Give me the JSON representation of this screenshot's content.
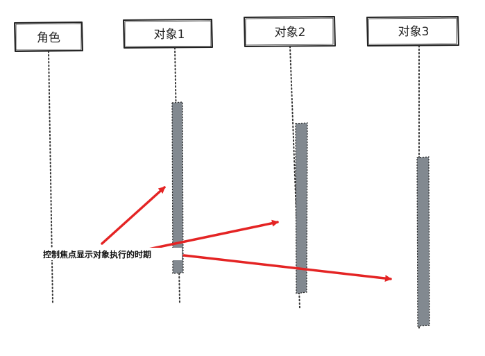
{
  "participants": [
    {
      "label": "角色"
    },
    {
      "label": "对象1"
    },
    {
      "label": "对象2"
    },
    {
      "label": "对象3"
    }
  ],
  "annotation": {
    "text": "控制焦点显示对象执行的时期"
  },
  "colors": {
    "activation_fill": "#828990",
    "arrow": "#e42424",
    "box_stroke": "#222222",
    "lifeline": "#333333"
  }
}
